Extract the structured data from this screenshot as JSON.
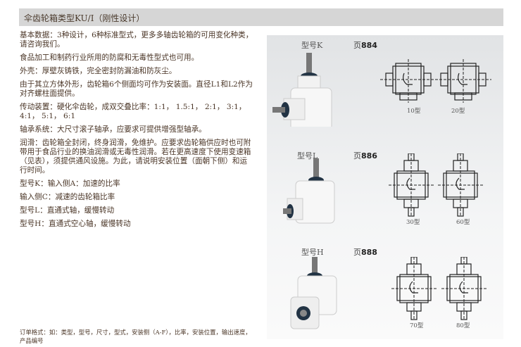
{
  "header": {
    "title": "伞齿轮箱类型KU/I（刚性设计）"
  },
  "paragraphs": [
    "基本数据：3种设计，6种标准型式，更多多轴齿轮箱的可用变化种类，请咨询我们。",
    "食品加工和制药行业所用的防腐和无毒性型式也可用。",
    "外壳：厚壁灰铸铁，完全密封防漏油和防灰尘。",
    "由于其立方体外形，齿轮箱6个侧面均可作为安装面。直径L1和L2作为对齐螺柱面提供。",
    "传动装置：硬化伞齿轮，成双交叠比率：1:1， 1.5:1， 2:1， 3:1， 4:1， 5:1， 6:1",
    "轴承系统：大尺寸滚子轴承，应要求可提供增强型轴承。",
    "润滑：齿轮箱全封闭，终身润滑，免维护。应要求齿轮箱供应时也可附带用于食品行业的换油润滑或无毒性润滑。若在更高速度下使用变速箱（见表），须提供通风设施。为此，请说明安装位置（面朝下侧）和运行时间。",
    "型号K：输入侧A：加速的比率",
    "输入侧C：减速的齿轮箱比率",
    "型号L：直通式轴，缓慢转动",
    "型号H：直通式空心轴，缓慢转动"
  ],
  "order_format": "订单格式：如：类型，型号，尺寸，型式，安装侧（A-F），比率，安装位置，输出速度，产品编号",
  "models": [
    {
      "title": "型号K",
      "page_prefix": "页",
      "page": "884",
      "diagrams": [
        "10型",
        "20型"
      ]
    },
    {
      "title": "型号L",
      "page_prefix": "页",
      "page": "886",
      "diagrams": [
        "30型",
        "60型"
      ]
    },
    {
      "title": "型号H",
      "page_prefix": "页",
      "page": "888",
      "diagrams": [
        "70型",
        "80型"
      ]
    }
  ]
}
